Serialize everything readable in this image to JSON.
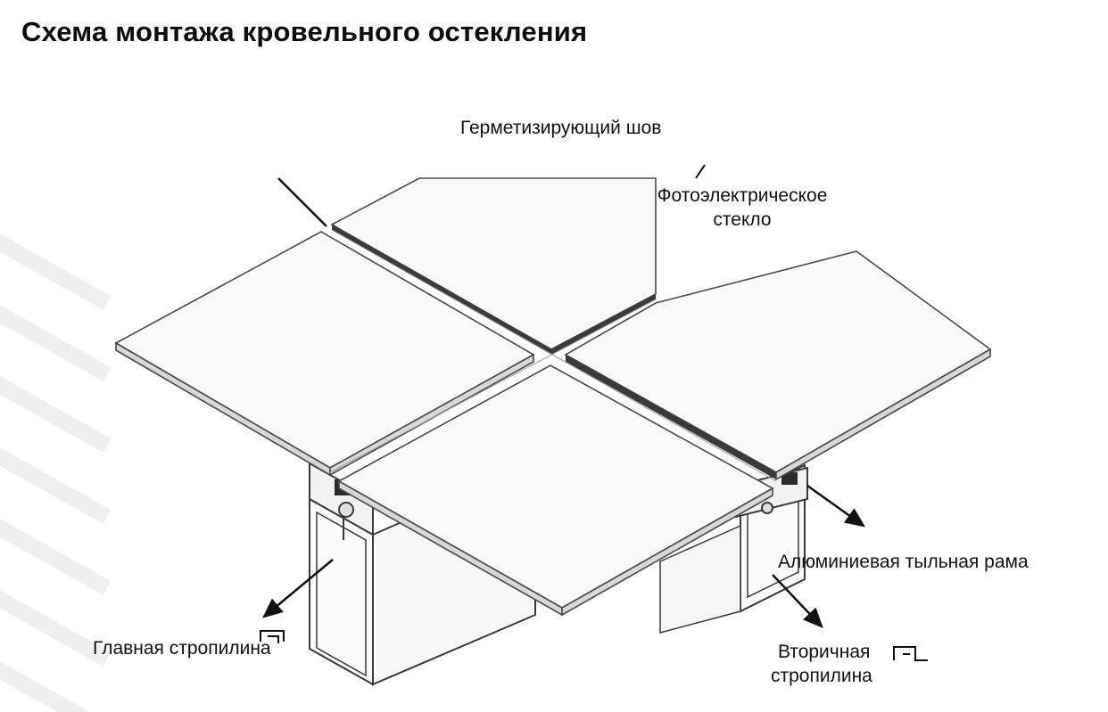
{
  "title": "Схема монтажа кровельного остекления",
  "labels": {
    "sealing_seam": "Герметизирующий шов",
    "pv_glass_line1": "Фотоэлектрическое",
    "pv_glass_line2": "стекло",
    "aluminum_frame": "Алюминиевая тыльная рама",
    "main_rafter": "Главная стропилина",
    "secondary_rafter_line1": "Вторичная",
    "secondary_rafter_line2": "стропилина"
  },
  "colors": {
    "line": "#3a3a3a",
    "panel_fill": "#f7f7f7",
    "panel_edge": "#8a8a8a",
    "seal_dark": "#2a2a2a",
    "background_stripes": "#ececec"
  }
}
